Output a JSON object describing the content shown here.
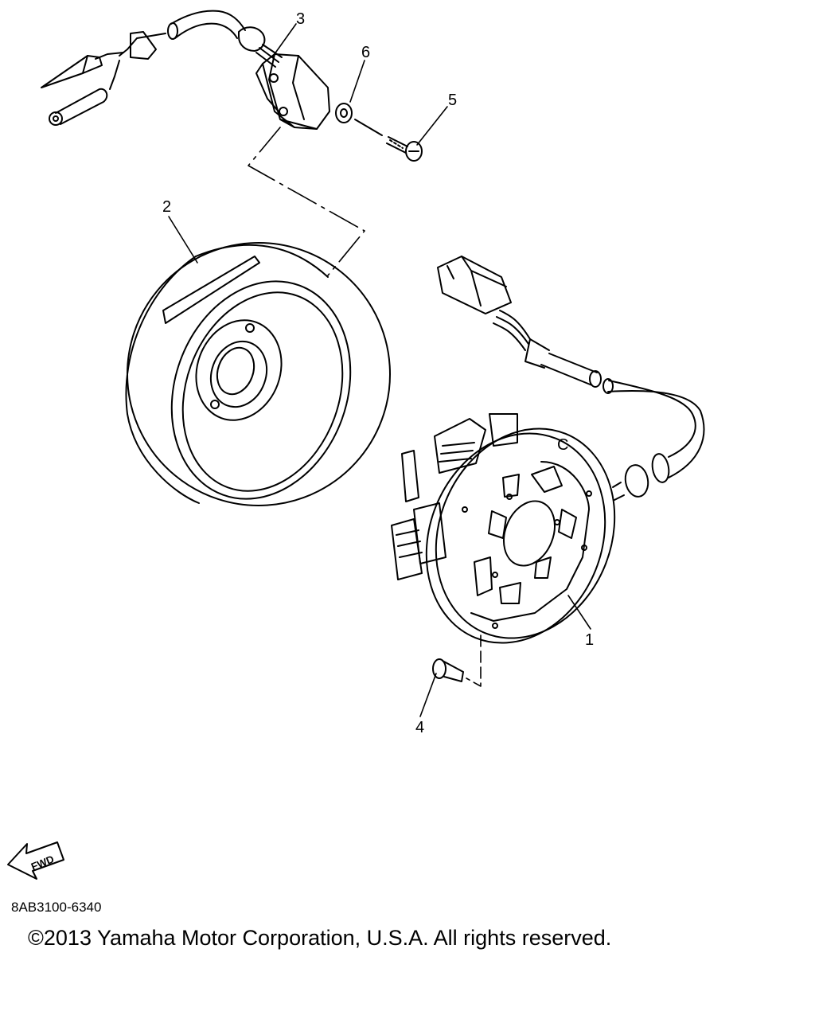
{
  "diagram": {
    "callouts": {
      "c1": "1",
      "c2": "2",
      "c3": "3",
      "c4": "4",
      "c5": "5",
      "c6": "6"
    },
    "fwd_label": "FWD",
    "stator_marks": "C"
  },
  "footer": {
    "part_code": "8AB3100-6340",
    "copyright": "©2013 Yamaha Motor Corporation, U.S.A. All rights reserved."
  }
}
